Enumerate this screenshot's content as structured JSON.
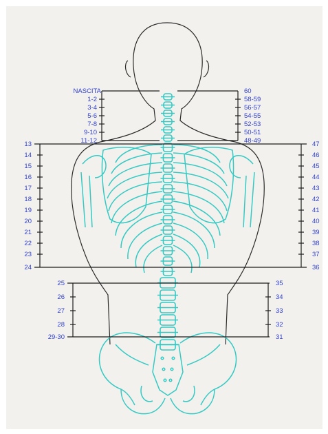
{
  "colors": {
    "paper": "#f2f1ed",
    "bone": "#35c9c4",
    "ink": "#1d1d1d",
    "label": "#2f3fd0"
  },
  "scale": {
    "neck_left": [
      "NASCITA",
      "1-2",
      "3-4",
      "5-6",
      "7-8",
      "9-10",
      "11-12"
    ],
    "neck_right": [
      "60",
      "58-59",
      "56-57",
      "54-55",
      "52-53",
      "50-51",
      "48-49"
    ],
    "thorax_left": [
      "13",
      "14",
      "15",
      "16",
      "17",
      "18",
      "19",
      "20",
      "21",
      "22",
      "23",
      "24"
    ],
    "thorax_right": [
      "47",
      "46",
      "45",
      "44",
      "43",
      "42",
      "41",
      "40",
      "39",
      "38",
      "37",
      "36"
    ],
    "lumbar_left": [
      "25",
      "26",
      "27",
      "28",
      "29-30"
    ],
    "lumbar_right": [
      "35",
      "34",
      "33",
      "32",
      "31"
    ]
  }
}
